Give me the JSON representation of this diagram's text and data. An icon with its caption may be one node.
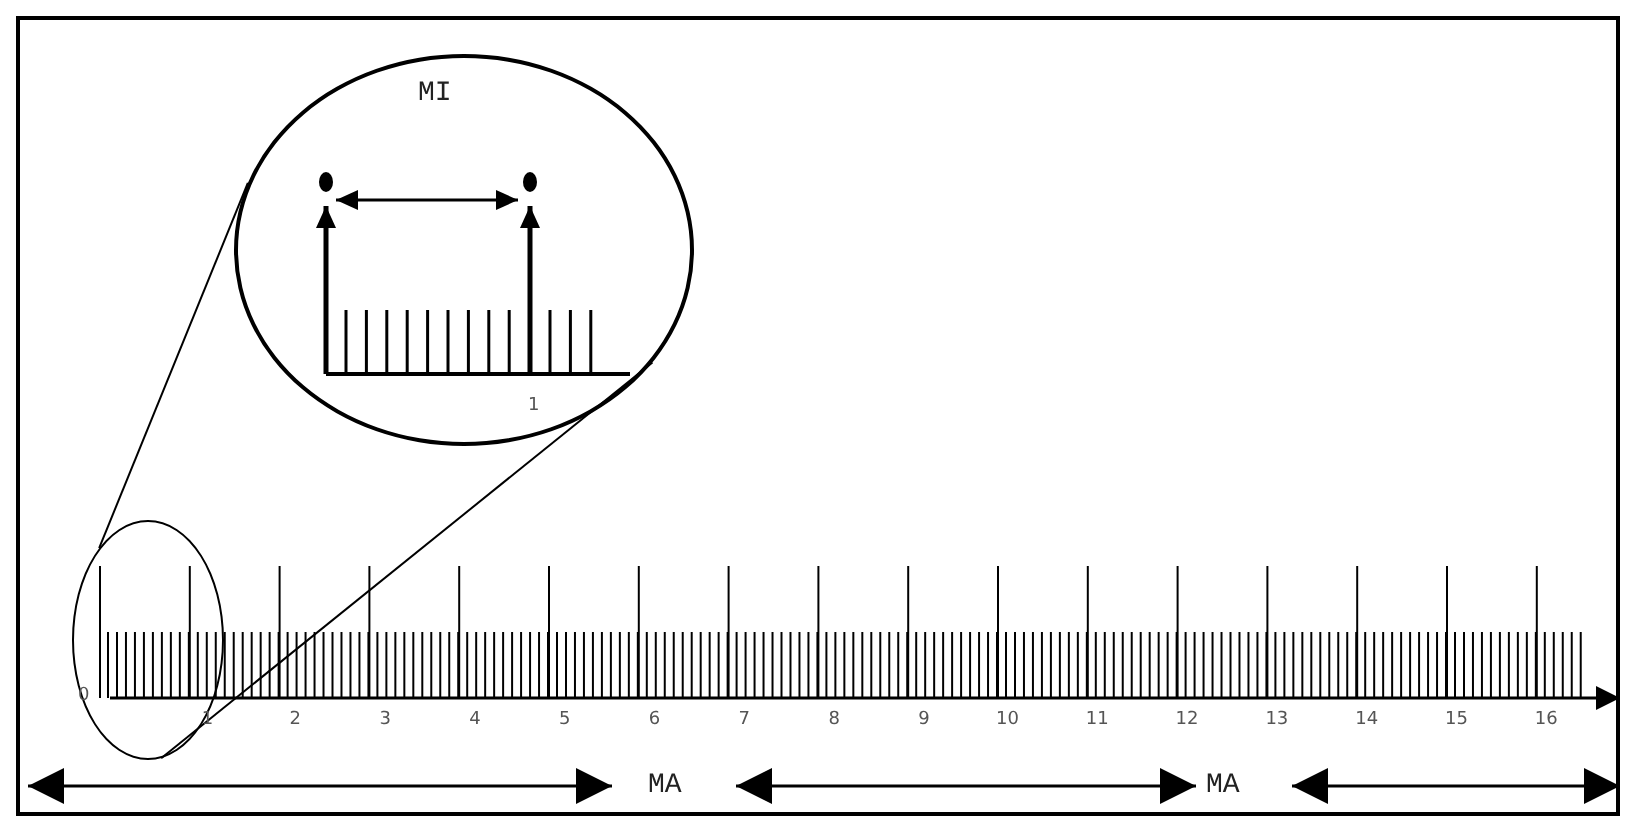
{
  "diagram": {
    "nodes": [
      {
        "text": [
          "MI",
          "1"
        ]
      },
      {
        "text": [],
        "shape": "circle"
      }
    ],
    "edges": [
      {
        "from": 1,
        "to": 0,
        "arrow": "none"
      },
      {
        "from": 1,
        "to": 0,
        "arrow": "none"
      }
    ],
    "labels": [
      "0",
      "1",
      "2",
      "3",
      "4",
      "5",
      "6",
      "7",
      "8",
      "9",
      "10",
      "11",
      "12",
      "13",
      "14",
      "15",
      "16",
      "MA",
      "MA"
    ]
  }
}
